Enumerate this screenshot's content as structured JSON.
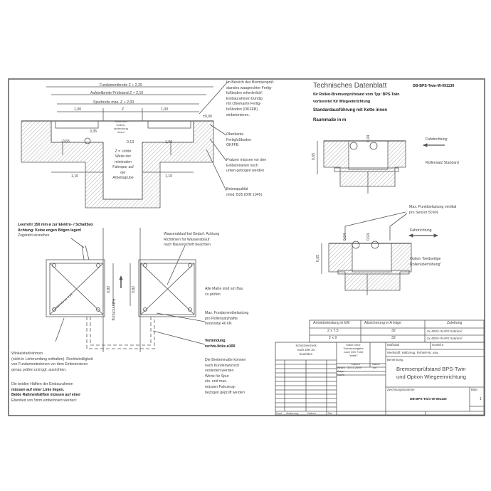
{
  "header": {
    "title": "Technisches Datenblatt",
    "doc_number": "DB-BPS-Twin-W-091130",
    "line1": "für Rollen-Bremsenprüfstand vom Typ: BPS-Twin",
    "line2": "vorbereitet für Wiegeeinrichtung",
    "line3": "Standardausführung mit Kette innen",
    "line4": "Raummaße in m"
  },
  "section_top": {
    "dim_fundament": "Fundamentbreite Z + 2,20",
    "dim_aufstell": "Aufstellbreite Prüfstand Z + 2,10",
    "dim_spur": "Spurbreite max. Z + 2,00",
    "dim_left": "1,00",
    "dim_z": "Z",
    "dim_right": "1,00",
    "level": "±0,00",
    "chain": [
      "Kette und",
      "Ketten-",
      "abdeckung",
      "innen"
    ],
    "dim_035": "0,35",
    "dim_065": "-0,65",
    "dim_013": "0,13",
    "dim_109": "1,09",
    "z_note": [
      "Z = Lichte",
      "Weite der",
      "minimalen",
      "Fahrspur auf",
      "der",
      "Arbeitsgrube"
    ],
    "dim_110_left": "1,10",
    "dim_110_right": "1,10"
  },
  "notes_top": {
    "n1": [
      "Im Bereich des Bremsenprüf-",
      "standes waagrechter Fertig-",
      "fußboden erforderlich!",
      "Einbaurahmen bündig",
      "mit Oberkante Fertig-",
      "fußboden (OKFFB)",
      "einbetonieren."
    ],
    "n2": [
      "Oberkante",
      "Fertigfußboden",
      "OKFFB"
    ],
    "n3": [
      "Pratzen müssen vor den",
      "Einbetonieren noch",
      "unten gebogen werden"
    ],
    "n4": [
      "Betonqualität",
      "mind. B25 (DIN 1045)"
    ]
  },
  "right_views": {
    "dim_004": "0,04",
    "dim_065": "0,65",
    "fahrtrichtung": "Fahrtrichtung",
    "rollensatz": "Rollensatz Standard",
    "max_punkt": [
      "Max. Punktbelastung vertikal",
      "pro Sensor 50 kN"
    ],
    "dim_004b": "0,04",
    "dim_004c": "0,04",
    "dim_065b": "0,65",
    "fahrtrichtung2": "Fahrtrichtung",
    "option": [
      "Option \"beidseitige",
      "Rollenüberhöhung\""
    ]
  },
  "plan_view": {
    "leerrohr": [
      "Leerrohr 150 mm ø zur Elektro- / Schaltbox",
      "Achtung: Keine engen Bögen legen!",
      "Zugdraht einziehen"
    ],
    "wasser": [
      "Wasserablauf bei Bedarf. Achtung",
      "Richtlinien für Wasserablauf",
      "nach Bauvorschrift beachten"
    ],
    "dim_082_left": "0,82",
    "dim_082_right": "0,82",
    "fahrtrichtung": "Fahrtrichtung",
    "diag_label": "Diagonale ca. 1,06",
    "alle_masse": [
      "Alle Maße sind am Bau",
      "zu prüfen"
    ],
    "max_fund": [
      "Max. Fundamentbelastung",
      "pro Rollensatzhälfte",
      "horizontal 40 kN"
    ],
    "verbindung": [
      "Verbindung",
      "rechts-links ø100"
    ],
    "breiten": [
      "Die Breitenmaße können",
      "nach Kundenwunsch",
      "verändert werden",
      "Werte für Spur",
      "ein. und max.",
      "müssen Fahrzeug-",
      "bezogen geprüft werden"
    ],
    "winkel": [
      "Winkelstahlrahmen",
      "(nicht in Lieferumfang enthalten). Rechtwinkligkeit",
      "von Fundamentrahmen vor dem Einbetonieren",
      "genau prüfen und ggf. ausrichten."
    ],
    "haelften": [
      "Die beiden Hälften der Einbaurahmen",
      "müssen auf einer Linie liegen.",
      "Beide Rahmenhälften müssen auf einer",
      "Ebenheit von 5mm einbetoniert werden!"
    ]
  },
  "power_table": {
    "headers": [
      "Antriebsleistung in kW",
      "Absicherung in A träge",
      "Zuleitung"
    ],
    "rows": [
      [
        "2 x 7,5",
        "32",
        "3x 400V+N+PE  5x6mm²"
      ],
      [
        "2 x 9",
        "32",
        "3x 400V+N+PE  5x6mm²"
      ]
    ]
  },
  "title_block": {
    "schutz": [
      "Schutzvermerk",
      "nach DIN 34",
      "beachten"
    ],
    "masse": [
      "Maße ohne",
      "Toleranzangabe",
      "nach DIN 7168",
      "\"mittel\""
    ],
    "datum": "Datum",
    "name": "Name",
    "bearb": "Bearb.",
    "bearb_date": "30.11.2009",
    "bearb_name": "wh",
    "gepr": "Gepr.",
    "norm": "Norm",
    "massstab": "Maßstab",
    "gewicht": "Gewicht",
    "werkstoff": "Werkstoff, Halbzeug, Rohteil-Nr. usw.",
    "benennung": "Benennung",
    "name1": "Bremsenprüfstand BPS-Twin",
    "name2": "und Option Wiegeeinrichtung",
    "zeichnungsnummer": "Zeichnungsnummer",
    "drawing_no": "DB-BPS-Twin-W-091130",
    "blatt": "Blatt",
    "blatt_no": "1",
    "zust": "Zust.",
    "aenderung": "Änderung",
    "datum2": "Datum",
    "name2_col": "Na."
  }
}
